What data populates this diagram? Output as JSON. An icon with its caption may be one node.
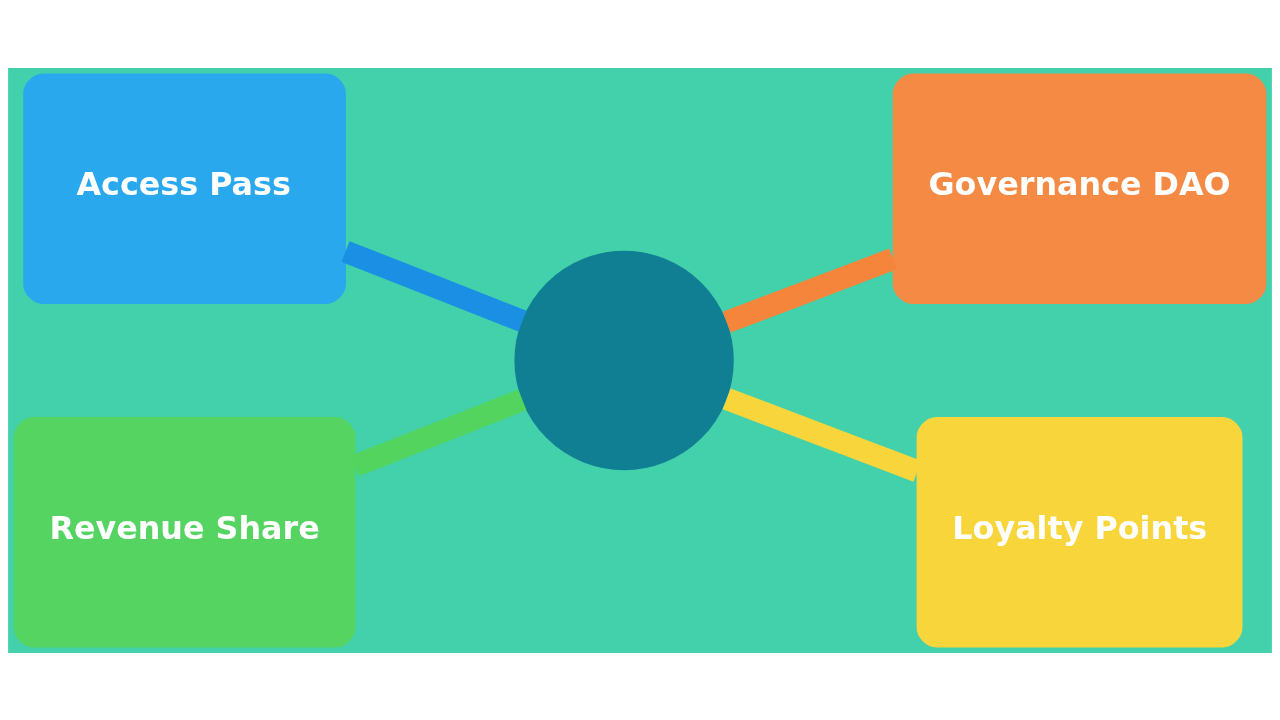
{
  "diagram": {
    "nodes": [
      {
        "text": [
          "Access Pass"
        ]
      },
      {
        "text": [
          "Governance DAO"
        ]
      },
      {
        "text": [],
        "shape": "circle"
      },
      {
        "text": [
          "Revenue Share"
        ]
      },
      {
        "text": [
          "Loyalty Points"
        ]
      }
    ],
    "edges": [
      {
        "from": 0,
        "to": 2,
        "arrow": "none",
        "color": "#1a8fe3"
      },
      {
        "from": 2,
        "to": 1,
        "arrow": "none",
        "color": "#f5853a"
      },
      {
        "from": 3,
        "to": 2,
        "arrow": "none",
        "color": "#52d45f"
      },
      {
        "from": 2,
        "to": 4,
        "arrow": "none",
        "color": "#f9d53c"
      }
    ]
  }
}
